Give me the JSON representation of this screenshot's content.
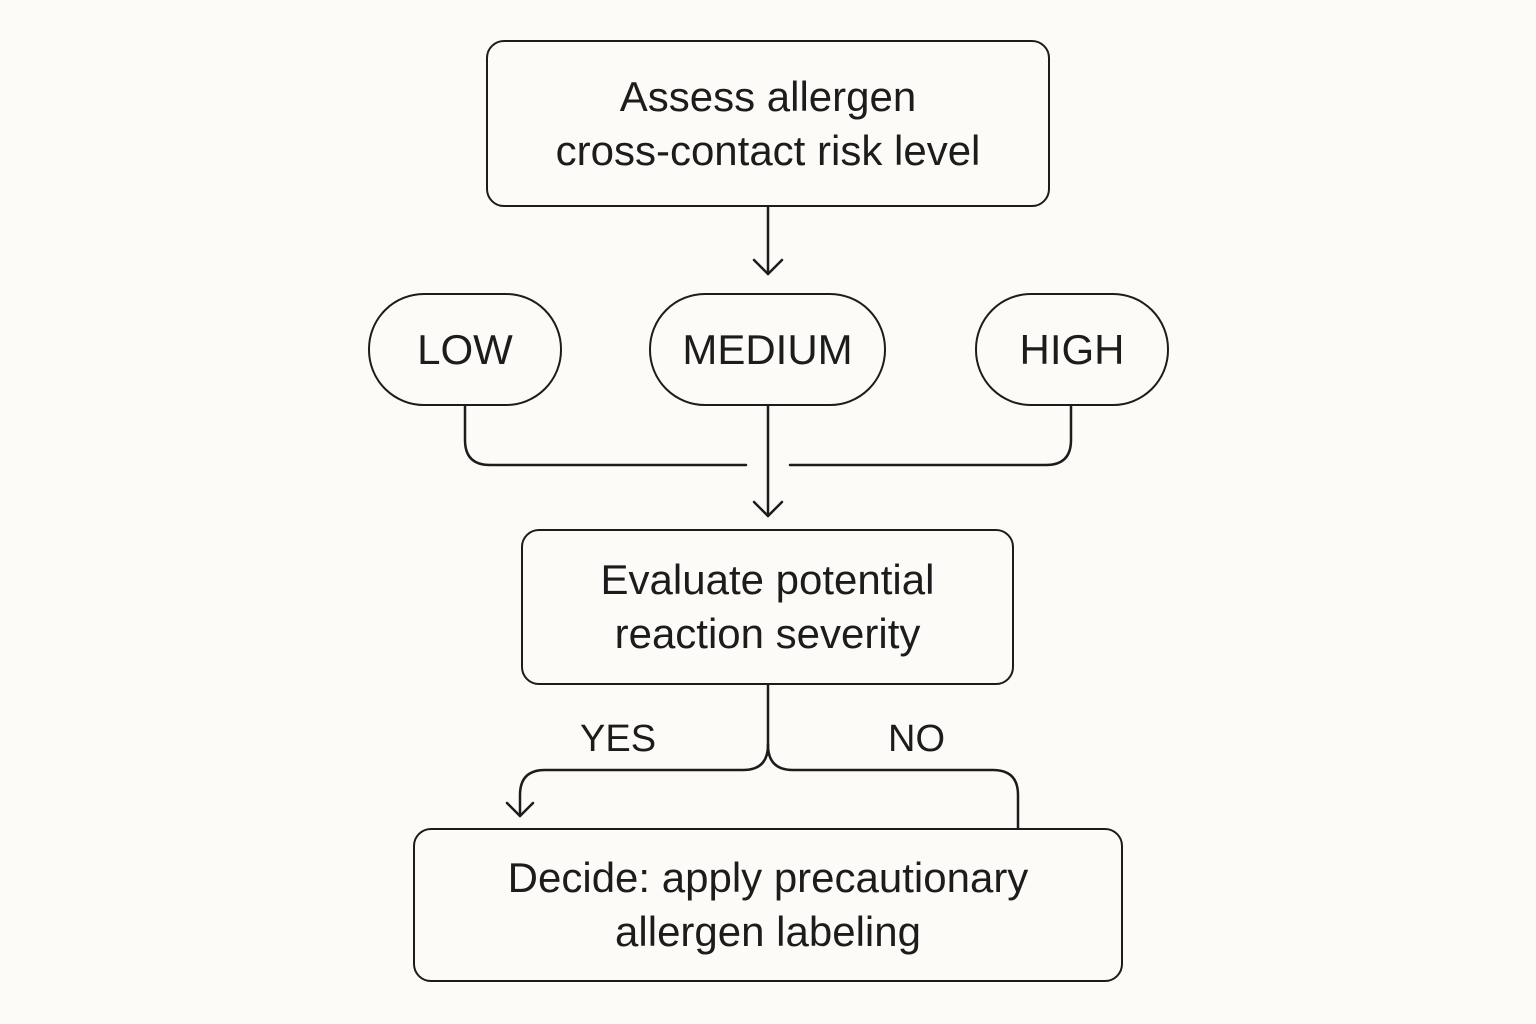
{
  "diagram": {
    "nodes": {
      "assess": {
        "lines": [
          "Assess allergen",
          "cross-contact risk level"
        ]
      },
      "low": {
        "label": "LOW"
      },
      "medium": {
        "label": "MEDIUM"
      },
      "high": {
        "label": "HIGH"
      },
      "evaluate": {
        "lines": [
          "Evaluate potential",
          "reaction severity"
        ]
      },
      "decide": {
        "lines": [
          "Decide: apply precautionary",
          "allergen labeling"
        ]
      }
    },
    "edge_labels": {
      "yes": "YES",
      "no": "NO"
    },
    "colors": {
      "background": "#fcfbf7",
      "stroke": "#1c1c1c"
    }
  }
}
